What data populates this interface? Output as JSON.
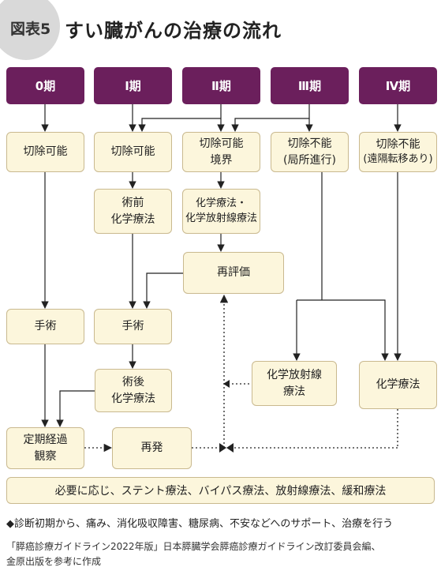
{
  "header": {
    "figure_label": "図表5",
    "title": "すい臓がんの治療の流れ"
  },
  "stages": [
    "0期",
    "Ⅰ期",
    "Ⅱ期",
    "Ⅲ期",
    "Ⅳ期"
  ],
  "boxes": {
    "resectable_0": [
      "切除可能"
    ],
    "resectable_1": [
      "切除可能"
    ],
    "borderline": [
      "切除可能",
      "境界"
    ],
    "unresectable_local": [
      "切除不能",
      "(局所進行)"
    ],
    "unresectable_meta": [
      "切除不能",
      "(遠隔転移あり)"
    ],
    "preop_chemo": [
      "術前",
      "化学療法"
    ],
    "chemoradio_1": [
      "化学療法・",
      "化学放射線療法"
    ],
    "reassess": [
      "再評価"
    ],
    "surgery_0": [
      "手術"
    ],
    "surgery_1": [
      "手術"
    ],
    "postop_chemo": [
      "術後",
      "化学療法"
    ],
    "chemoradio_2": [
      "化学放射線",
      "療法"
    ],
    "chemo": [
      "化学療法"
    ],
    "followup": [
      "定期経過",
      "観察"
    ],
    "recurrence": [
      "再発"
    ]
  },
  "note": "必要に応じ、ステント療法、バイパス療法、放射線療法、緩和療法",
  "bullet_note": "◆診断初期から、痛み、消化吸収障害、糖尿病、不安などへのサポート、治療を行う",
  "source": [
    "「膵癌診療ガイドライン2022年版」日本膵臓学会膵癌診療ガイドライン改訂委員会編、",
    "金原出版を参考に作成"
  ]
}
